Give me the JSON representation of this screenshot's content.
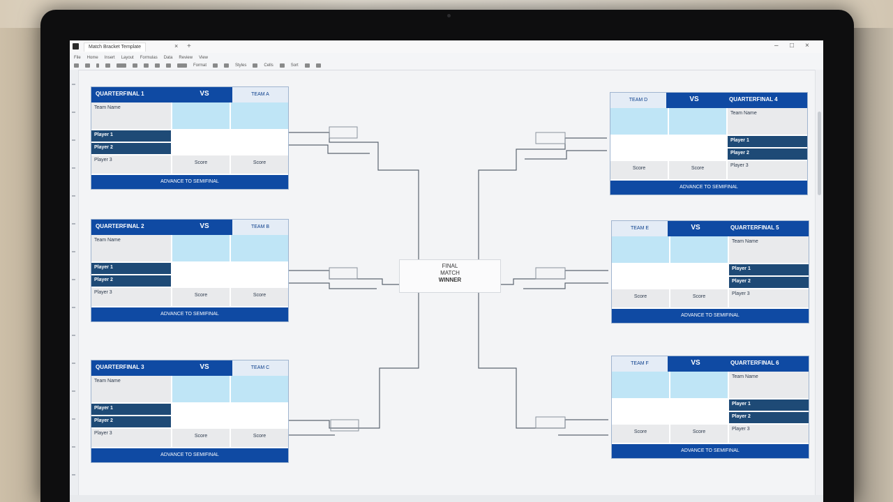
{
  "window": {
    "tab_label": "Match Bracket Template",
    "tab_close": "×",
    "new_tab": "+",
    "controls": [
      "–",
      "□",
      "×"
    ]
  },
  "toolbar": {
    "row1_labels": [
      "File",
      "Home",
      "Insert",
      "Layout",
      "Formulas",
      "Data",
      "Review",
      "View"
    ],
    "row2_labels": [
      "Format",
      "Styles",
      "Cells",
      "Sort"
    ]
  },
  "center": {
    "line1": "FINAL",
    "line2": "MATCH",
    "line3": "WINNER"
  },
  "cards_left": [
    {
      "header": "QUARTERFINAL 1",
      "score": "VS",
      "side": "TEAM A",
      "rows": [
        "Team Name",
        "Player 1",
        "Player 2",
        "Player 3"
      ],
      "scores": [
        "Score",
        "Score"
      ],
      "footer": "ADVANCE TO SEMIFINAL"
    },
    {
      "header": "QUARTERFINAL 2",
      "score": "VS",
      "side": "TEAM B",
      "rows": [
        "Team Name",
        "Player 1",
        "Player 2",
        "Player 3"
      ],
      "scores": [
        "Score",
        "Score"
      ],
      "footer": "ADVANCE TO SEMIFINAL"
    },
    {
      "header": "QUARTERFINAL 3",
      "score": "VS",
      "side": "TEAM C",
      "rows": [
        "Team Name",
        "Player 1",
        "Player 2",
        "Player 3"
      ],
      "scores": [
        "Score",
        "Score"
      ],
      "footer": "ADVANCE TO SEMIFINAL"
    }
  ],
  "cards_right": [
    {
      "header": "TEAM D",
      "score": "VS",
      "side": "QUARTERFINAL 4",
      "rows": [
        "Team Name",
        "Player 1",
        "Player 2",
        "Player 3"
      ],
      "scores": [
        "Score",
        "Score"
      ],
      "footer": "ADVANCE TO SEMIFINAL"
    },
    {
      "header": "TEAM E",
      "score": "VS",
      "side": "QUARTERFINAL 5",
      "rows": [
        "Team Name",
        "Player 1",
        "Player 2",
        "Player 3"
      ],
      "scores": [
        "Score",
        "Score"
      ],
      "footer": "ADVANCE TO SEMIFINAL"
    },
    {
      "header": "TEAM F",
      "score": "VS",
      "side": "QUARTERFINAL 6",
      "rows": [
        "Team Name",
        "Player 1",
        "Player 2",
        "Player 3"
      ],
      "scores": [
        "Score",
        "Score"
      ],
      "footer": "ADVANCE TO SEMIFINAL"
    }
  ],
  "colors": {
    "header_blue": "#0f4aa3",
    "light_blue": "#bfe5f6",
    "navy": "#1e4a76"
  }
}
